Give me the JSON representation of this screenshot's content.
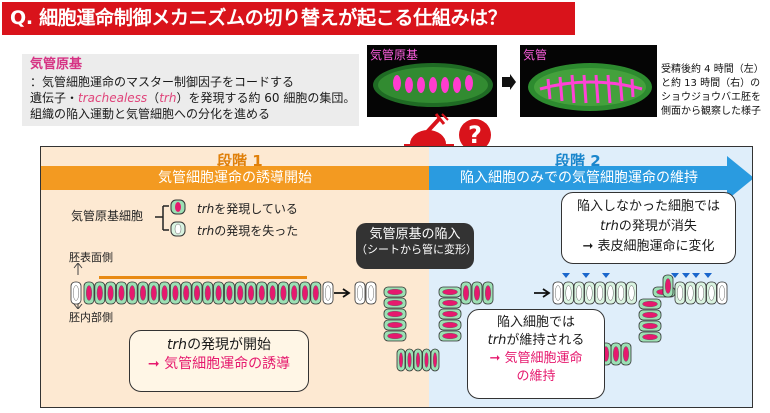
{
  "title": "Q. 細胞運命制御メカニズムの切り替えが起こる仕組みは？",
  "definition": {
    "heading": "気管原基",
    "line1": "：気管細胞運命のマスター制御因子をコードする",
    "line2_pre": "遺伝子・",
    "gene": "trachealess",
    "gene_abbr": "trh",
    "line2_post": "を発現する約 60 細胞の集団。",
    "line3": "組織の陥入運動と気管細胞への分化を進める"
  },
  "micrographs": [
    {
      "label": "気管原基"
    },
    {
      "label": "気管"
    }
  ],
  "micrograph_caption": [
    "受精後約 4 時間（左）",
    "と約 13 時間（右）の",
    "ショウジョウバエ胚を",
    "側面から観察した様子"
  ],
  "question_mark": "?",
  "stage1": {
    "number": "段階 1",
    "bar": "気管細胞運命の誘導開始",
    "bar_color": "#f39a21"
  },
  "stage2": {
    "number": "段階 2",
    "bar": "陥入細胞のみでの気管細胞運命の維持",
    "bar_color": "#2a9be0"
  },
  "legend": {
    "label": "気管原基細胞",
    "item1_gene": "trh",
    "item1": "を発現している",
    "item2_gene": "trh",
    "item2": "の発現を失った"
  },
  "orientation": {
    "top": "胚表面側",
    "bottom": "胚内部側"
  },
  "callout_start": {
    "gene": "trh",
    "line1": "の発現が開始",
    "line2": "気管細胞運命の誘導"
  },
  "invagination": {
    "line1": "気管原基の陥入",
    "line2": "（シートから管に変形）"
  },
  "callout_maintained": {
    "line1": "陥入細胞では",
    "gene": "trh",
    "line2": "が維持される",
    "line3": "気管細胞運命",
    "line4": "の維持"
  },
  "callout_lost": {
    "line1": "陥入しなかった細胞では",
    "gene": "trh",
    "line2": "の発現が消失",
    "line3": "表皮細胞運命に変化"
  },
  "colors": {
    "red": "#d9131b",
    "magenta": "#e6196e",
    "cell_green": "#9de0b4",
    "orange": "#f39a21",
    "blue": "#2a9be0"
  }
}
